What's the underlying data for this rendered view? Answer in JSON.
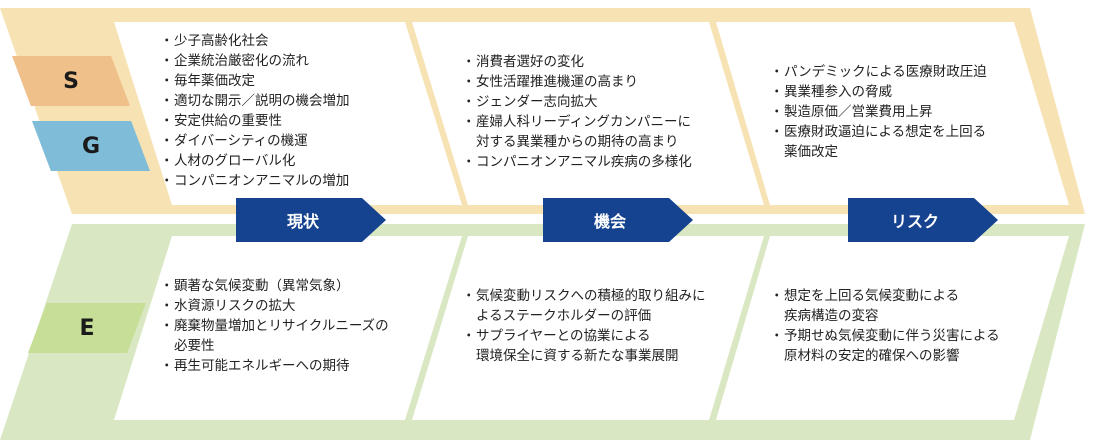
{
  "colors": {
    "s_band": "#f7e2b3",
    "e_band": "#d9e8c3",
    "white_panel": "#ffffff",
    "s_tab": "#efc08a",
    "g_tab": "#7fbcd7",
    "e_tab": "#c6de96",
    "arrow": "#16438f"
  },
  "tabs": {
    "s": "S",
    "g": "G",
    "e": "E"
  },
  "arrows": [
    "現状",
    "機会",
    "リスク"
  ],
  "sg": {
    "current": [
      "少子高齢化社会",
      "企業統治厳密化の流れ",
      "毎年薬価改定",
      "適切な開示／説明の機会増加",
      "安定供給の重要性",
      "ダイバーシティの機運",
      "人材のグローバル化",
      "コンパニオンアニマルの増加"
    ],
    "opportunity": [
      "消費者選好の変化",
      "女性活躍推進機運の高まり",
      "ジェンダー志向拡大",
      "産婦人科リーディングカンパニーに\n対する異業種からの期待の高まり",
      "コンパニオンアニマル疾病の多様化"
    ],
    "risk": [
      "パンデミックによる医療財政圧迫",
      "異業種参入の脅威",
      "製造原価／営業費用上昇",
      "医療財政逼迫による想定を上回る\n薬価改定"
    ]
  },
  "e": {
    "current": [
      "顕著な気候変動（異常気象）",
      "水資源リスクの拡大",
      "廃棄物量増加とリサイクルニーズの\n必要性",
      "再生可能エネルギーへの期待"
    ],
    "opportunity": [
      "気候変動リスクへの積極的取り組みに\nよるステークホルダーの評価",
      "サプライヤーとの協業による\n環境保全に資する新たな事業展開"
    ],
    "risk": [
      "想定を上回る気候変動による\n疾病構造の変容",
      "予期せぬ気候変動に伴う災害による\n原材料の安定的確保への影響"
    ]
  }
}
